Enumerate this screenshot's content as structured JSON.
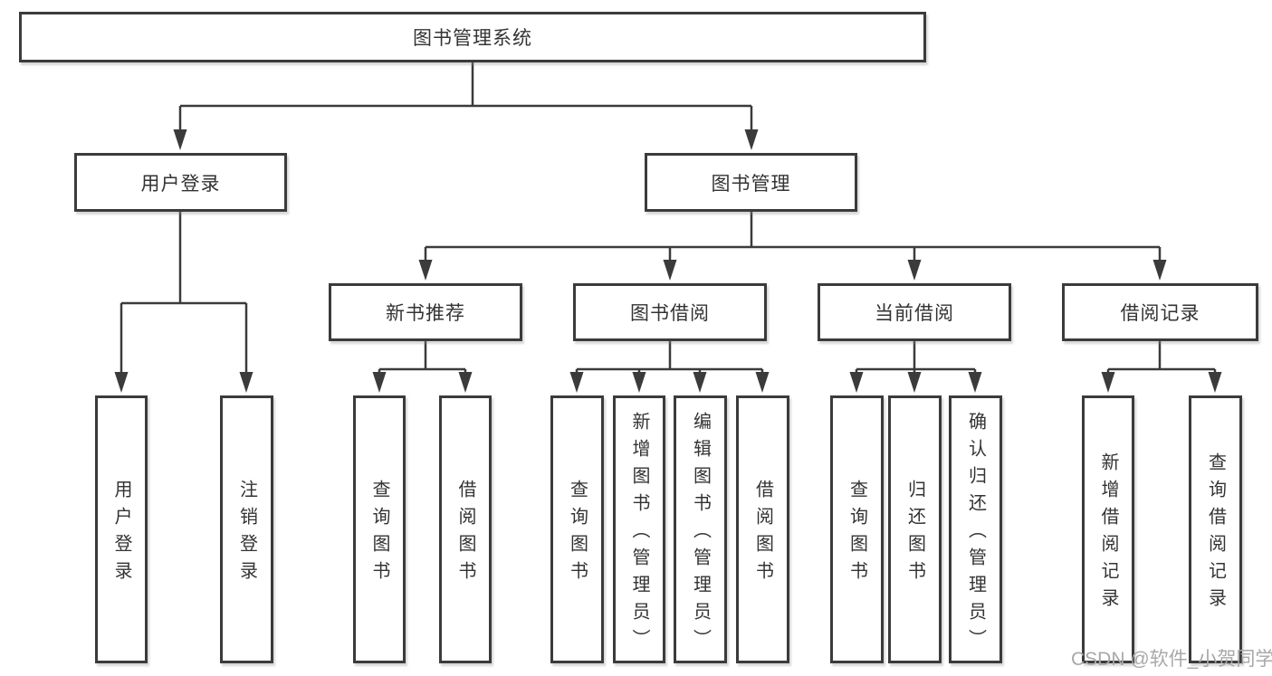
{
  "diagram_title": "图书管理系统",
  "tree": {
    "root": {
      "label": "图书管理系统"
    },
    "level2": [
      {
        "label": "用户登录",
        "children": [
          {
            "label": "用户登录"
          },
          {
            "label": "注销登录"
          }
        ]
      },
      {
        "label": "图书管理",
        "children": [
          {
            "label": "新书推荐",
            "children": [
              {
                "label": "查询图书"
              },
              {
                "label": "借阅图书"
              }
            ]
          },
          {
            "label": "图书借阅",
            "children": [
              {
                "label": "查询图书"
              },
              {
                "label": "新增图书（管理员）"
              },
              {
                "label": "编辑图书（管理员）"
              },
              {
                "label": "借阅图书"
              }
            ]
          },
          {
            "label": "当前借阅",
            "children": [
              {
                "label": "查询图书"
              },
              {
                "label": "归还图书"
              },
              {
                "label": "确认归还（管理员）"
              }
            ]
          },
          {
            "label": "借阅记录",
            "children": [
              {
                "label": "新增借阅记录"
              },
              {
                "label": "查询借阅记录"
              }
            ]
          }
        ]
      }
    ]
  },
  "watermark": {
    "text": "CSDN @软件_小贺同学",
    "color": "#a8a8a8"
  },
  "colors": {
    "line": "#3b3b3b",
    "text": "#333333",
    "background": "#ffffff"
  }
}
